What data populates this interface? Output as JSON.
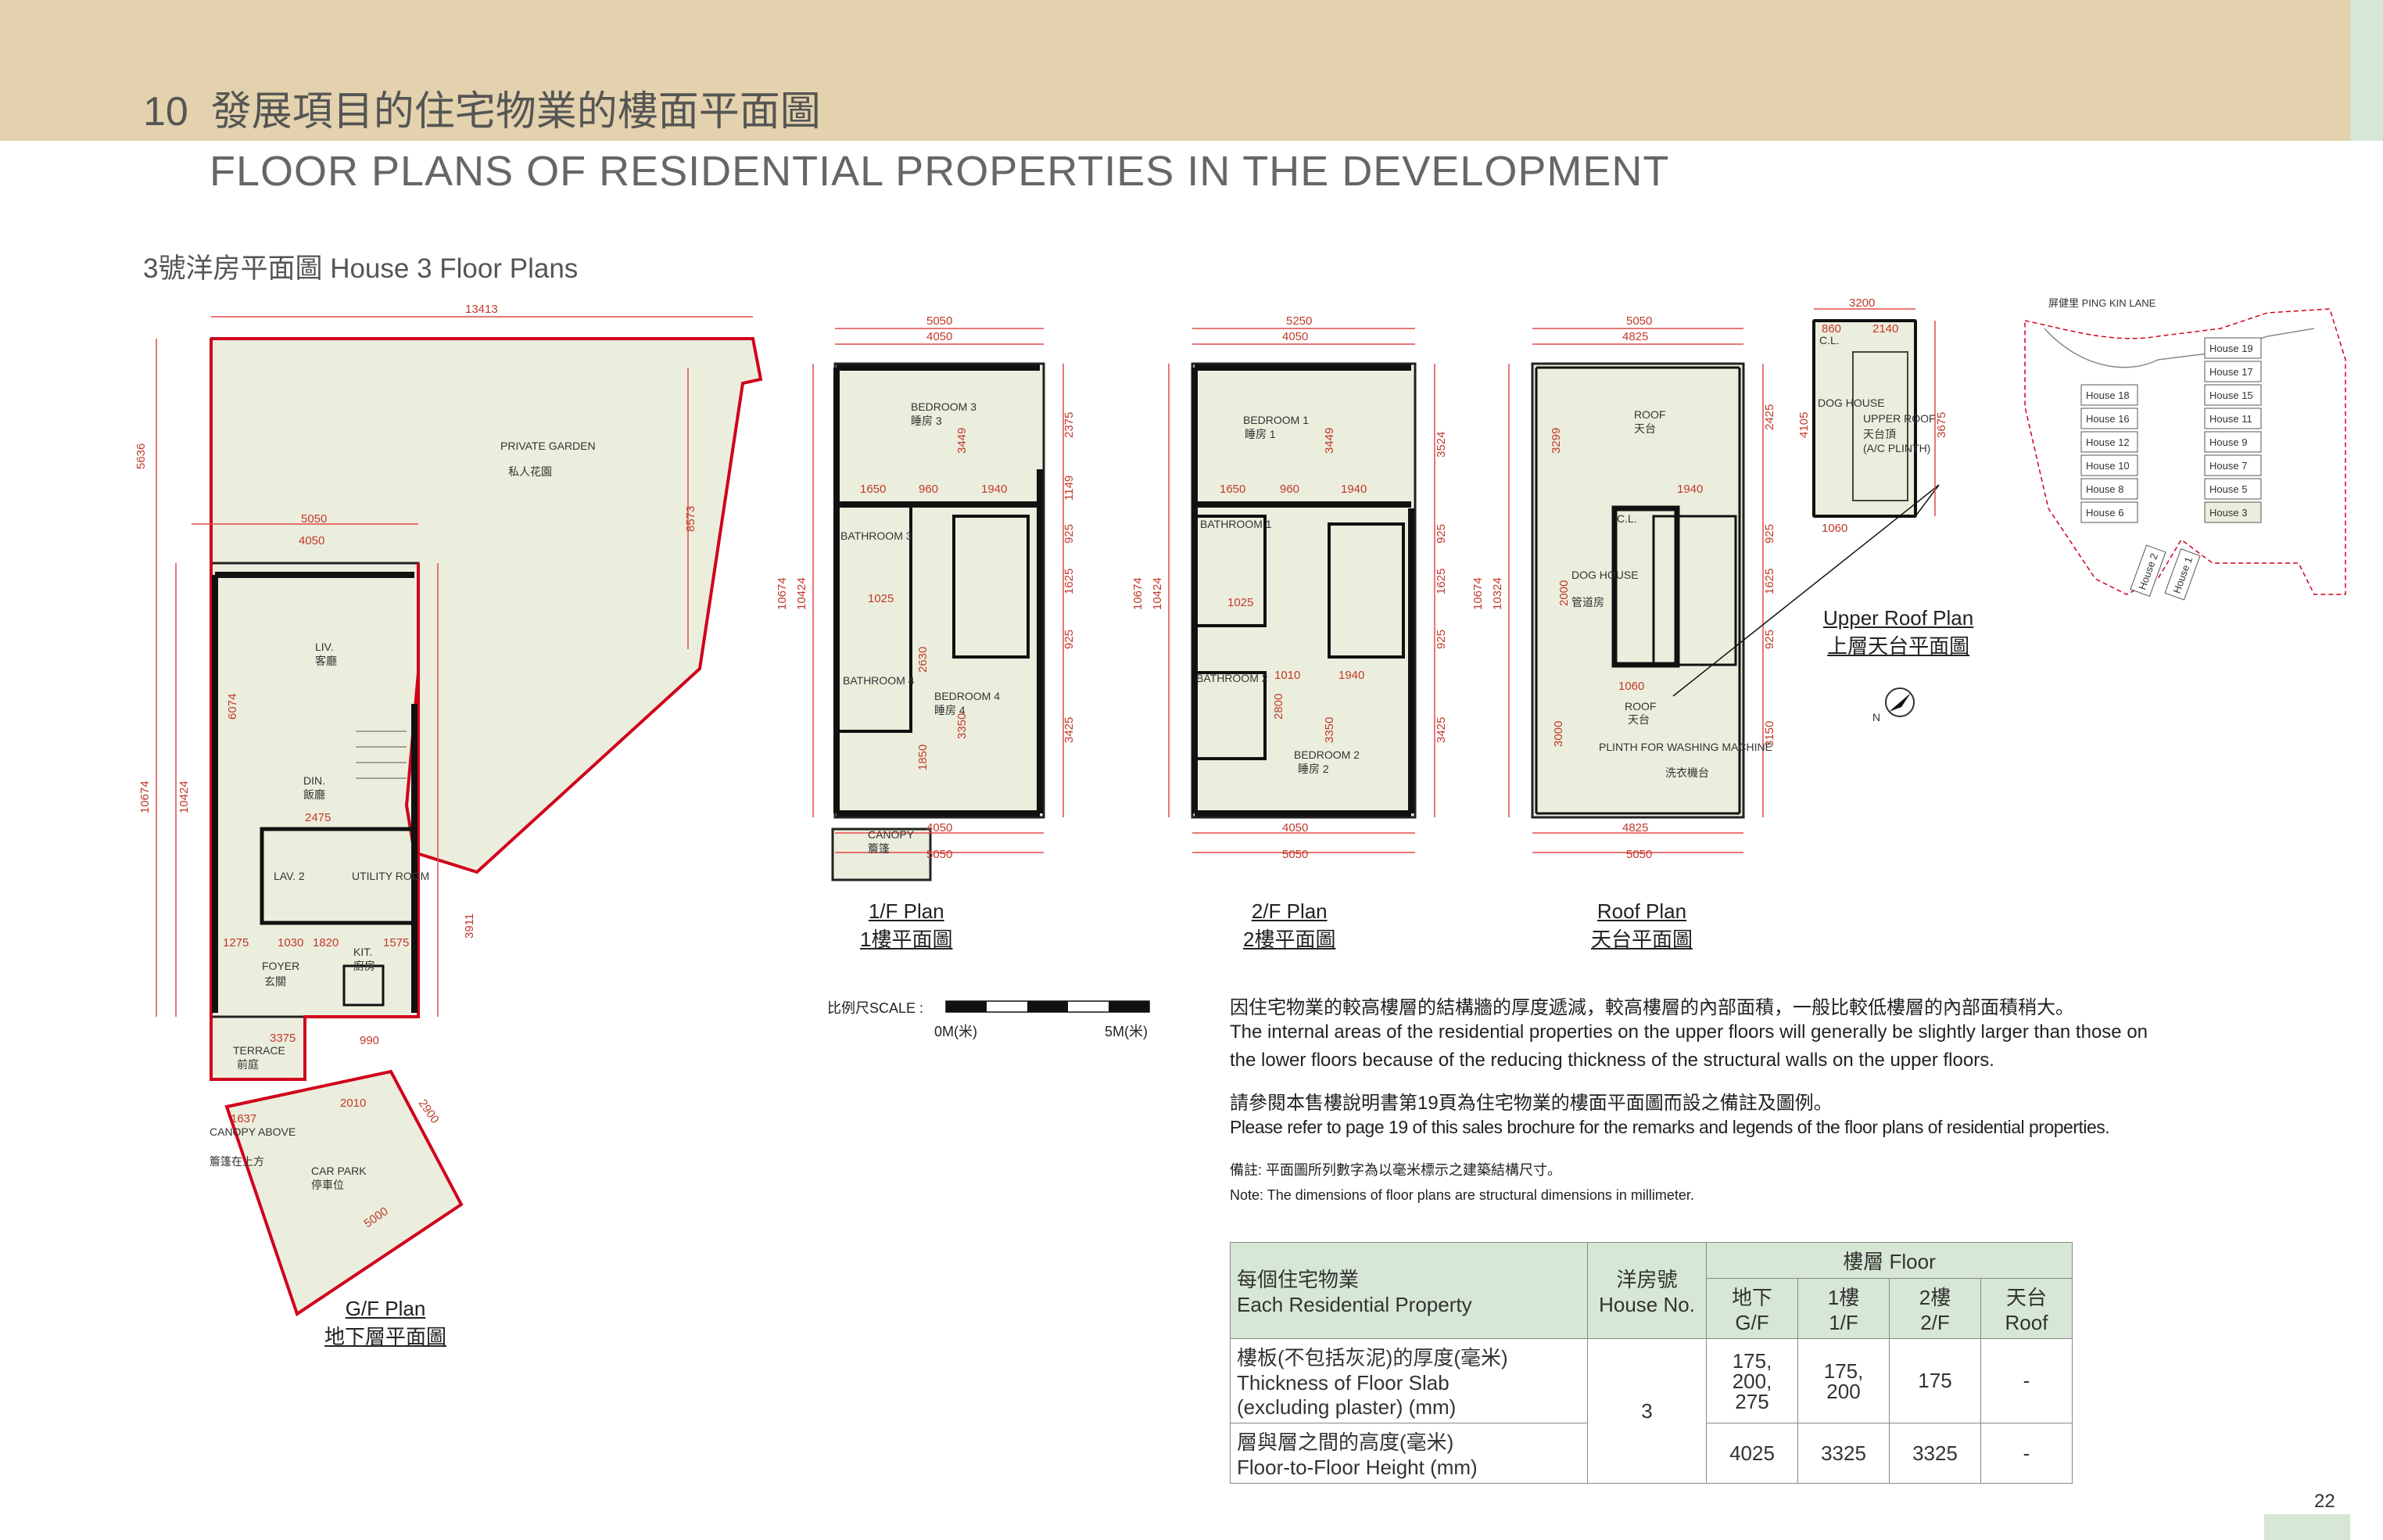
{
  "header": {
    "section_number": "10",
    "title_zh": "發展項目的住宅物業的樓面平面圖",
    "title_en": "FLOOR PLANS OF RESIDENTIAL PROPERTIES IN THE DEVELOPMENT"
  },
  "subtitle": "3號洋房平面圖 House 3 Floor Plans",
  "plans": {
    "gf": {
      "en": "G/F Plan",
      "zh": "地下層平面圖"
    },
    "f1": {
      "en": "1/F Plan",
      "zh": "1樓平面圖"
    },
    "f2": {
      "en": "2/F Plan",
      "zh": "2樓平面圖"
    },
    "roof": {
      "en": "Roof Plan",
      "zh": "天台平面圖"
    },
    "upper_roof": {
      "en": "Upper Roof Plan",
      "zh": "上層天台平面圖"
    }
  },
  "rooms": {
    "garden": "PRIVATE GARDEN",
    "garden_zh": "私人花園",
    "liv": "LIV.",
    "liv_zh": "客廳",
    "din": "DIN.",
    "din_zh": "飯廳",
    "lav2": "LAV. 2",
    "utility": "UTILITY ROOM",
    "foyer": "FOYER",
    "foyer_zh": "玄關",
    "kit": "KIT.",
    "kit_zh": "廚房",
    "terrace": "TERRACE",
    "terrace_zh": "前庭",
    "carpark": "CAR PARK",
    "carpark_zh": "停車位",
    "canopy_above": "CANOPY ABOVE",
    "canopy_above_zh": "簷篷在上方",
    "bedroom3": "BEDROOM 3",
    "bedroom3_zh": "睡房 3",
    "bathroom3": "BATHROOM 3",
    "bathroom4": "BATHROOM 4",
    "bedroom4": "BEDROOM 4",
    "bedroom4_zh": "睡房 4",
    "canopy": "CANOPY",
    "canopy_zh": "簷篷",
    "bedroom1": "BEDROOM 1",
    "bedroom1_zh": "睡房 1",
    "bathroom1": "BATHROOM 1",
    "bathroom2": "BATHROOM 2",
    "bedroom2": "BEDROOM 2",
    "bedroom2_zh": "睡房 2",
    "roof": "ROOF",
    "roof_zh": "天台",
    "cl": "C.L.",
    "dog_house": "DOG HOUSE",
    "dog_house_zh": "管道房",
    "plinth": "PLINTH FOR WASHING MACHINE",
    "plinth_zh": "洗衣機台",
    "upper_roof": "UPPER ROOF",
    "upper_roof_zh": "天台頂",
    "ac_plinth": "(A/C PLINTH)"
  },
  "key_plan": {
    "lane": "屏健里 PING KIN LANE",
    "houses": [
      "House 19",
      "House 17",
      "House 18",
      "House 15",
      "House 16",
      "House 11",
      "House 12",
      "House 9",
      "House 10",
      "House 7",
      "House 8",
      "House 5",
      "House 6",
      "House 3",
      "House 2",
      "House 1"
    ],
    "north": "N"
  },
  "scale": {
    "label": "比例尺SCALE :",
    "zero": "0M(米)",
    "five": "5M(米)"
  },
  "notes": {
    "zh1": "因住宅物業的較高樓層的結構牆的厚度遞減，較高樓層的內部面積，一般比較低樓層的內部面積稍大。",
    "en1a": "The internal areas of the residential properties on the upper floors will generally be slightly larger than those on",
    "en1b": "the lower floors because of the reducing thickness of the structural walls on the upper floors.",
    "zh2": "請參閱本售樓說明書第19頁為住宅物業的樓面平面圖而設之備註及圖例。",
    "en2": "Please refer to page 19 of this sales brochure for the remarks and legends of the floor plans of residential properties.",
    "zh3": "備註: 平面圖所列數字為以毫米標示之建築結構尺寸。",
    "en3": "Note: The dimensions of floor plans are structural dimensions in millimeter."
  },
  "table": {
    "col1_zh": "每個住宅物業",
    "col1_en": "Each Residential Property",
    "col2_zh": "洋房號",
    "col2_en": "House No.",
    "floor_zh_en": "樓層 Floor",
    "floors": [
      {
        "zh": "地下",
        "en": "G/F"
      },
      {
        "zh": "1樓",
        "en": "1/F"
      },
      {
        "zh": "2樓",
        "en": "2/F"
      },
      {
        "zh": "天台",
        "en": "Roof"
      }
    ],
    "row1_zh": "樓板(不包括灰泥)的厚度(毫米)",
    "row1_en1": "Thickness of Floor Slab",
    "row1_en2": "(excluding plaster) (mm)",
    "row1_values": [
      "175, 200, 275",
      "175, 200",
      "175",
      "-"
    ],
    "house_no": "3",
    "row2_zh": "層與層之間的高度(毫米)",
    "row2_en": "Floor-to-Floor Height (mm)",
    "row2_values": [
      "4025",
      "3325",
      "3325",
      "-"
    ]
  },
  "dims": {
    "gf": [
      "13413",
      "5636",
      "10674",
      "10424",
      "6074",
      "2475",
      "5050",
      "4050",
      "3911",
      "990",
      "1275",
      "1030",
      "1820",
      "1575",
      "8573",
      "2900",
      "5000",
      "2010",
      "1637",
      "3375"
    ],
    "f1": [
      "5050",
      "4050",
      "1650",
      "960",
      "1940",
      "3449",
      "2375",
      "1149",
      "925",
      "1625",
      "925",
      "3425",
      "10674",
      "10424",
      "1850",
      "3350",
      "4050",
      "5050",
      "1025",
      "2630"
    ],
    "f2": [
      "5250",
      "4050",
      "1650",
      "960",
      "1940",
      "3449",
      "3524",
      "925",
      "1625",
      "925",
      "3425",
      "10674",
      "10424",
      "1010",
      "1940",
      "2800",
      "3350",
      "4050",
      "5050",
      "1025"
    ],
    "roof": [
      "5050",
      "4825",
      "1940",
      "3299",
      "2425",
      "925",
      "1625",
      "925",
      "3150",
      "10674",
      "10324",
      "3000",
      "2000",
      "1060",
      "4825",
      "5050"
    ],
    "upper_roof": [
      "3200",
      "2140",
      "860",
      "4105",
      "3675",
      "1060"
    ]
  }
}
